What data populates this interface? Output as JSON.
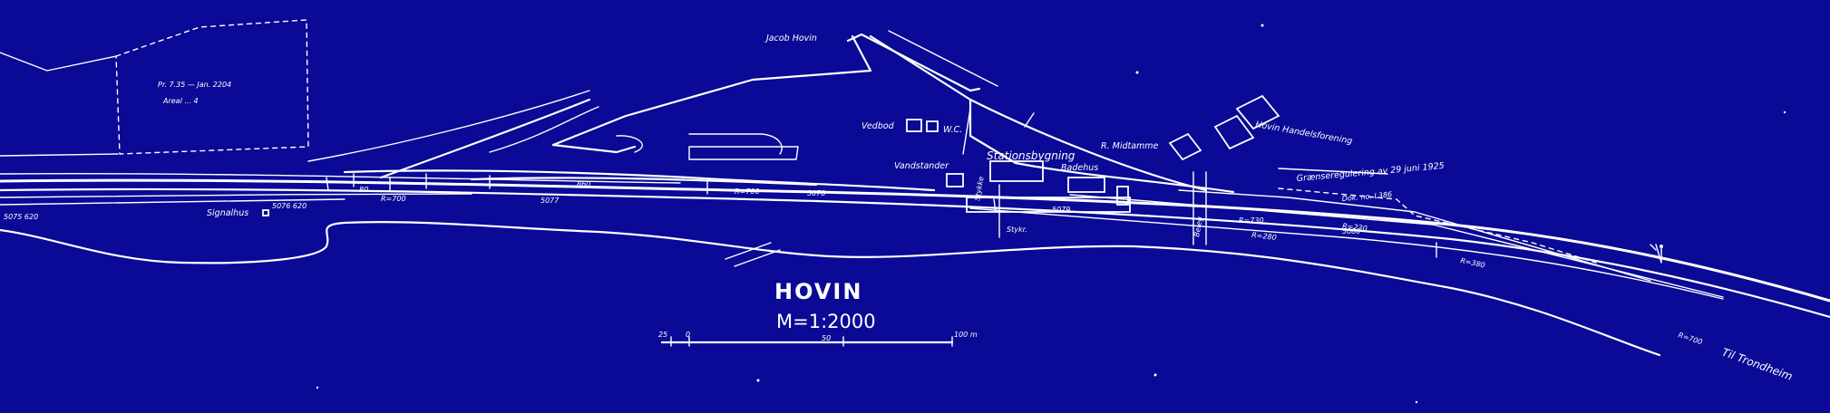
{
  "map": {
    "title": "HOVIN",
    "scale_text": "M=1:2000",
    "background_color": "#0a0a96",
    "line_color": "#ffffff",
    "scale_bar": {
      "label_start": "25",
      "label_zero": "0",
      "label_mid": "50",
      "label_end": "100 m"
    },
    "labels": {
      "jacob_hovin": "Jacob Hovin",
      "vedbod": "Vedbod",
      "wc": "W.C.",
      "stationsbygning": "Stationsbygning",
      "vandstander": "Vandstander",
      "badehus": "Badehus",
      "midtamme": "R. Midtamme",
      "handelsforening": "Hovin Handelsforening",
      "grense": "Grænseregulering av 29 juni 1925",
      "dok": "Dok. no. L386",
      "signalhus": "Signalhus",
      "til_trondheim": "Til Trondheim",
      "lease_note_1": "Pr. 7.35 — Jan. 2204",
      "lease_note_2": "Areal ... 4",
      "r700_a": "R=700",
      "r700_b": "R=700",
      "r700_c": "R=700",
      "r280": "R=280",
      "r380": "R=380",
      "r730": "R=730",
      "r230": "R=230",
      "km_5075": "5075 620",
      "km_5076": "5076 620",
      "km_5077": "5077",
      "km_5078": "5078",
      "km_5079": "5079",
      "km_5080": "5080",
      "h_860": "860",
      "h_80": "80",
      "v_1": "Stykr.",
      "v_2": "Stykke",
      "v_3": "Beleg"
    }
  }
}
